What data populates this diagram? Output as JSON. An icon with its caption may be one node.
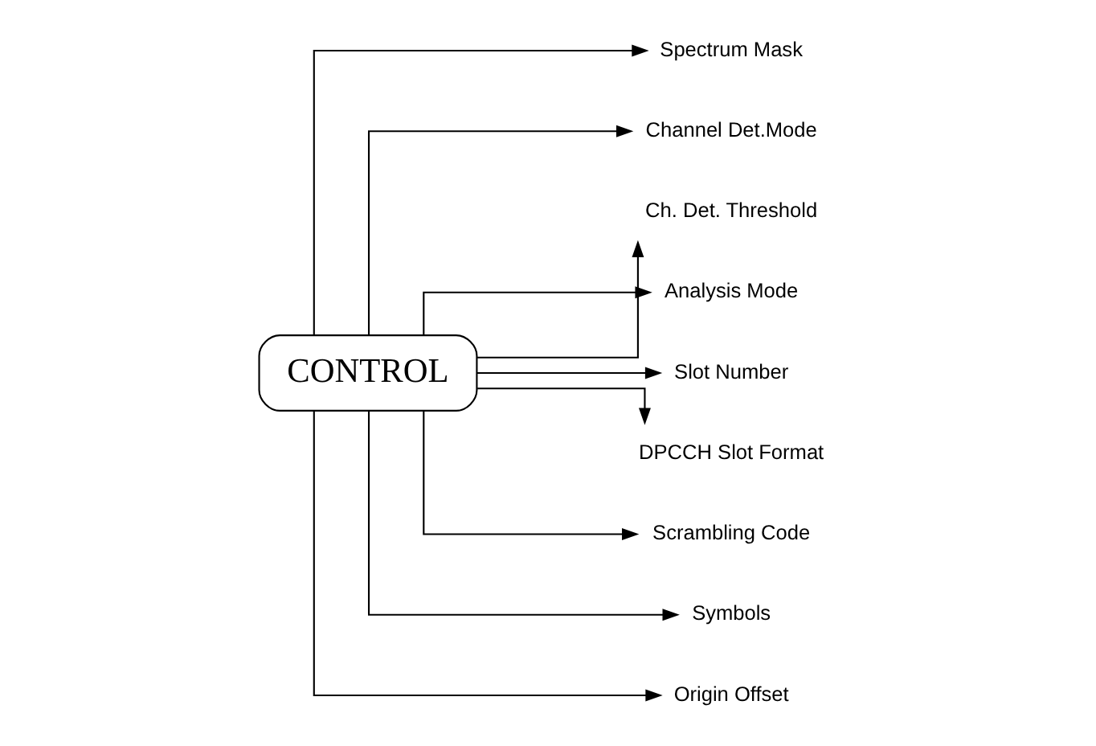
{
  "diagram": {
    "nodes": [
      {
        "text": [
          "CONTROL"
        ]
      },
      {
        "text": [
          "Spectrum Mask"
        ]
      },
      {
        "text": [
          "Channel Det.Mode"
        ]
      },
      {
        "text": [
          "Ch. Det. Threshold"
        ]
      },
      {
        "text": [
          "Analysis Mode"
        ]
      },
      {
        "text": [
          "Slot Number"
        ]
      },
      {
        "text": [
          "DPCCH Slot Format"
        ]
      },
      {
        "text": [
          "Scrambling Code"
        ]
      },
      {
        "text": [
          "Symbols"
        ]
      },
      {
        "text": [
          "Origin Offset"
        ]
      }
    ],
    "edges": [
      {
        "from": 0,
        "to": 1,
        "arrow": "to"
      },
      {
        "from": 0,
        "to": 2,
        "arrow": "to"
      },
      {
        "from": 0,
        "to": 3,
        "arrow": "to"
      },
      {
        "from": 0,
        "to": 4,
        "arrow": "to"
      },
      {
        "from": 0,
        "to": 5,
        "arrow": "to"
      },
      {
        "from": 0,
        "to": 6,
        "arrow": "to"
      },
      {
        "from": 0,
        "to": 7,
        "arrow": "to"
      },
      {
        "from": 0,
        "to": 8,
        "arrow": "to"
      },
      {
        "from": 0,
        "to": 9,
        "arrow": "to"
      }
    ]
  }
}
